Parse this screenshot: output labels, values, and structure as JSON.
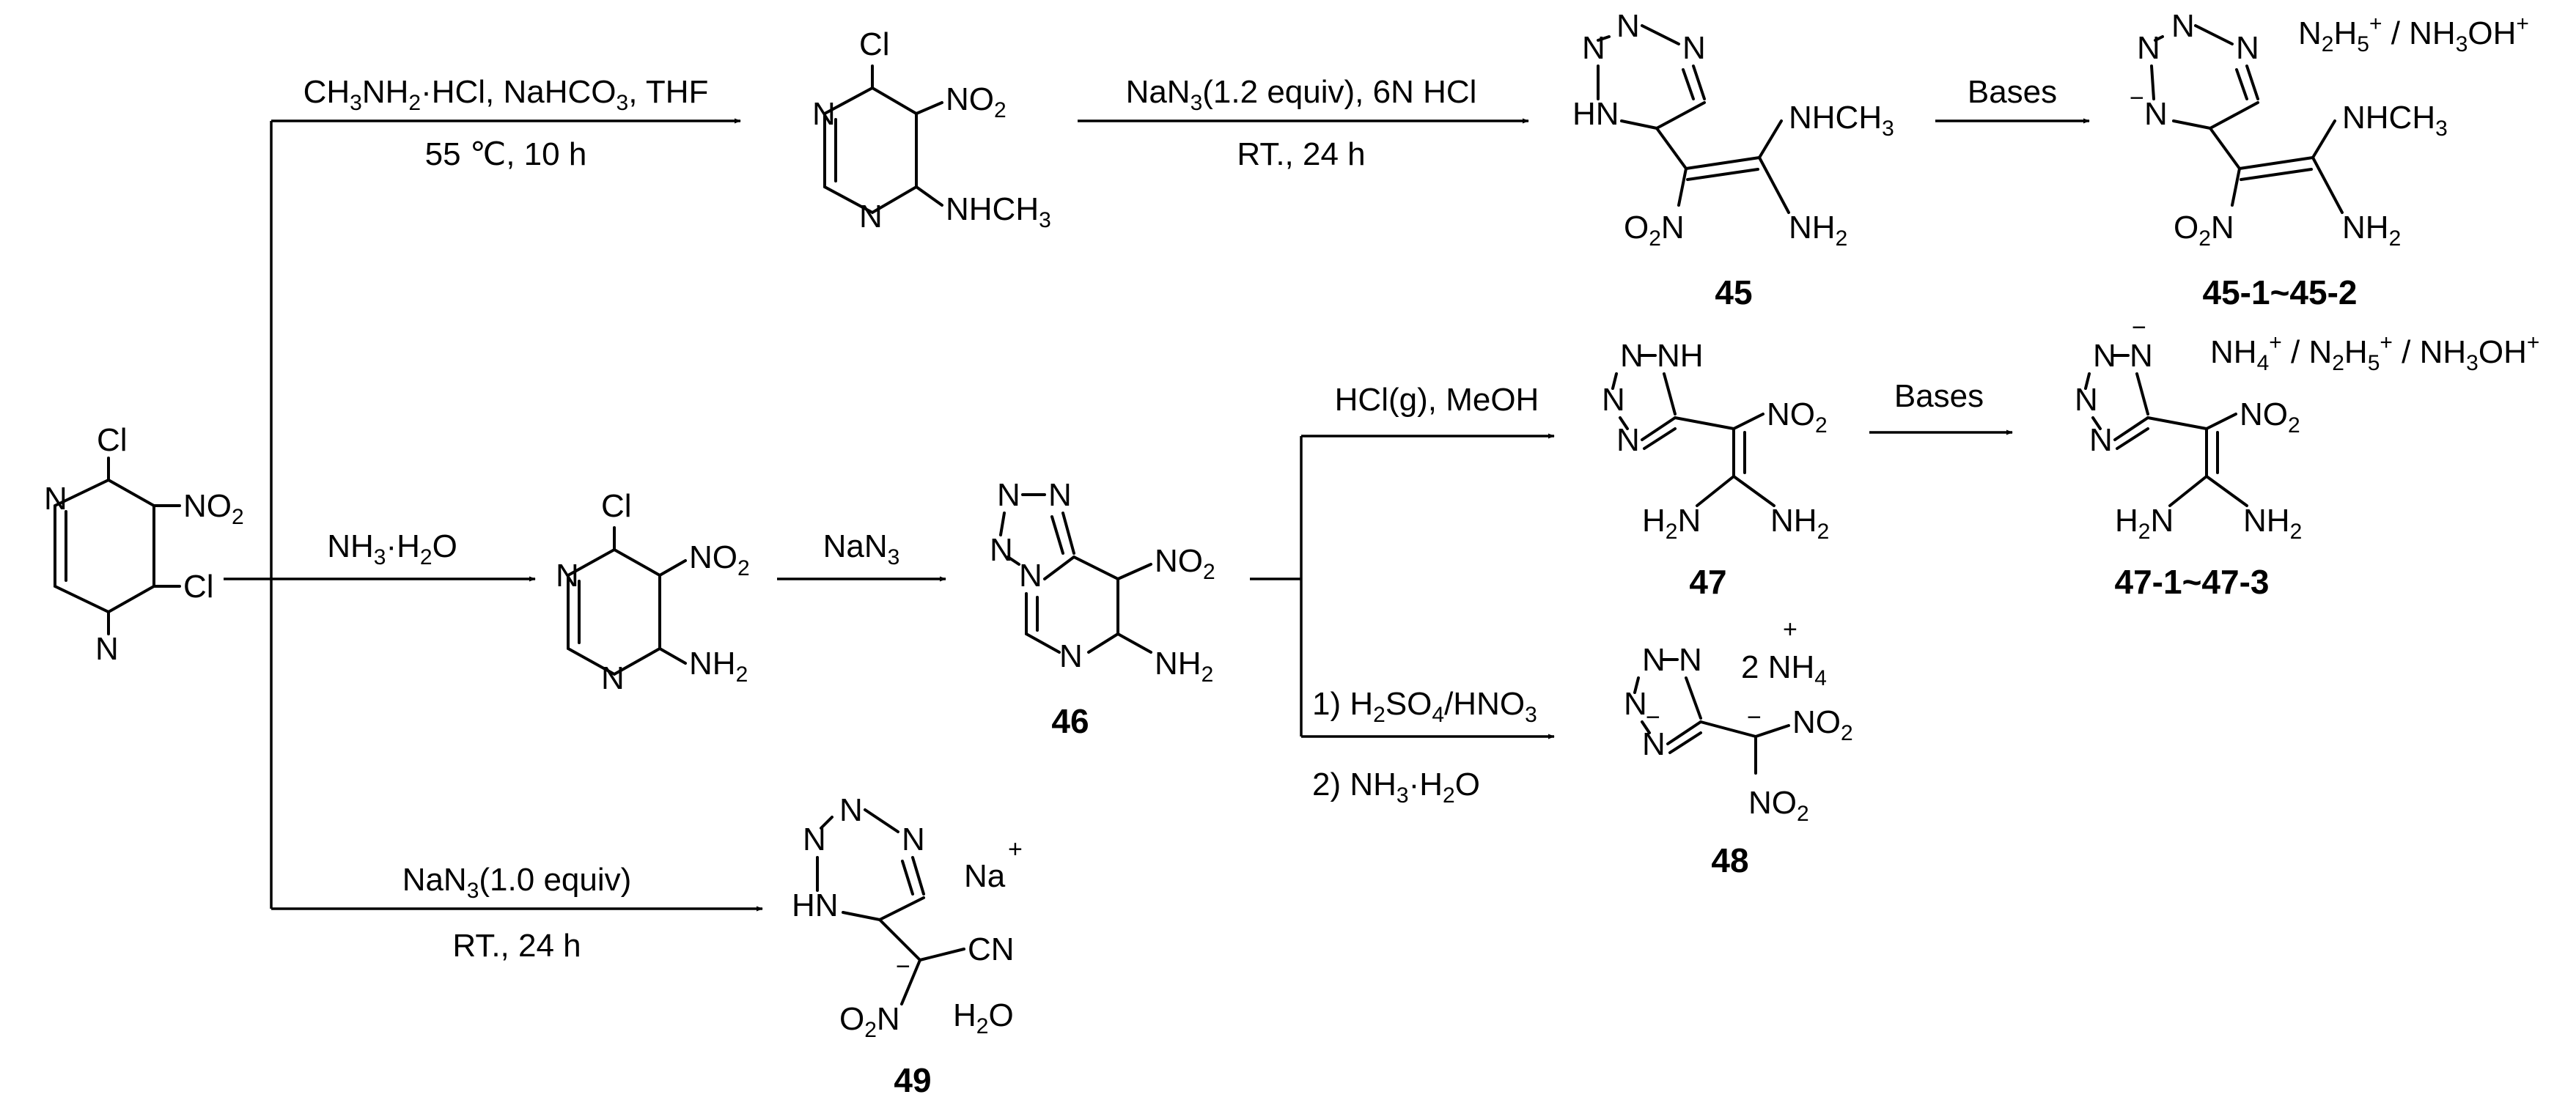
{
  "colors": {
    "ink": "#000000",
    "background": "#ffffff"
  },
  "reagents": {
    "r1_top": "CH3NH2·HCl, NaHCO3, THF",
    "r1_bottom": "55 ℃, 10 h",
    "r2_top": "NaN3(1.2 equiv), 6N HCl",
    "r2_bottom": "RT., 24 h",
    "r3_top": "Bases",
    "r4_top": "NH3·H2O",
    "r5_top": "NaN3",
    "r6_top": "HCl(g), MeOH",
    "r7_top": "Bases",
    "r8_top": "1) H2SO4/HNO3",
    "r8_bottom": "2) NH3·H2O",
    "r9_top": "NaN3(1.0 equiv)",
    "r9_bottom": "RT., 24 h"
  },
  "labels": {
    "c45": "45",
    "c45_salts": "45-1~45-2",
    "c46": "46",
    "c47": "47",
    "c47_salts": "47-1~47-3",
    "c48": "48",
    "c49": "49"
  },
  "counterions": {
    "c45_salts": "N2H5+ / NH3OH+",
    "c47_salts": "NH4+ / N2H5+ / NH3OH+",
    "c48": "2 NH4+",
    "c49": "Na+",
    "c49_water": "H2O"
  }
}
